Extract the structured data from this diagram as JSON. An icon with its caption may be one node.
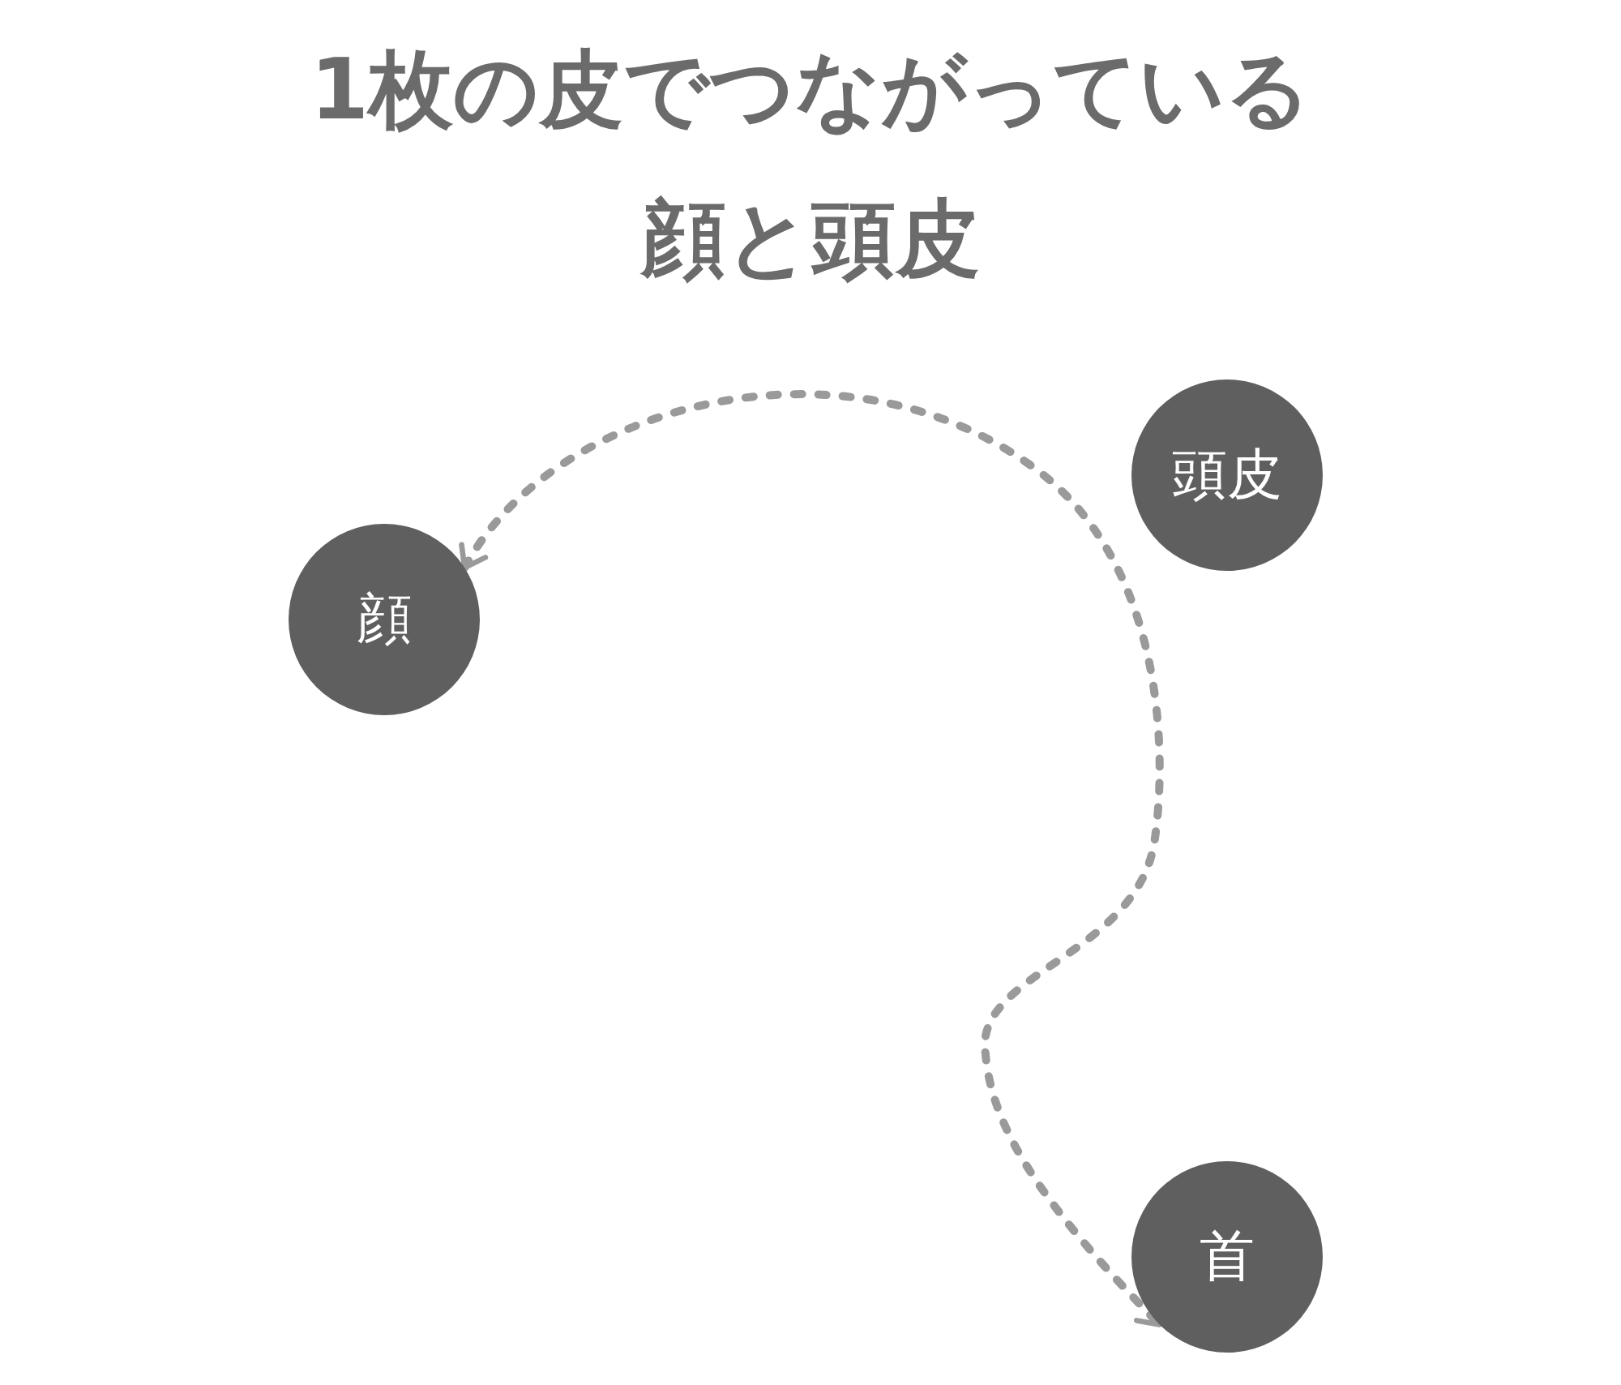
{
  "diagram": {
    "title": "1枚の皮でつながっている顔と頭皮",
    "nodes": [
      {
        "text": [
          "頭皮"
        ]
      },
      {
        "text": [
          "顔"
        ]
      },
      {
        "text": [
          "首"
        ]
      }
    ],
    "edges": [
      {
        "from": 1,
        "to": 2,
        "arrow": "both",
        "style": "dashed"
      }
    ]
  }
}
